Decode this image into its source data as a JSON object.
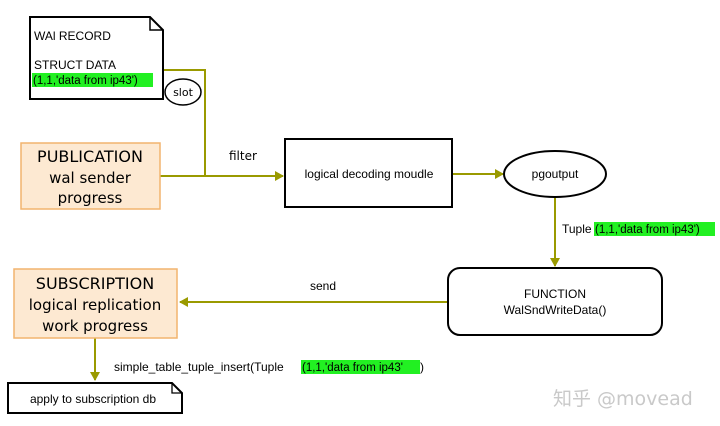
{
  "wal_record": {
    "line1": "WAl RECORD",
    "line2": "STRUCT DATA",
    "data": "(1,1,'data from ip43')"
  },
  "slot": {
    "label": "slot"
  },
  "publication": {
    "line1": "PUBLICATION",
    "line2": "wal sender",
    "line3": "progress"
  },
  "filter_label": "filter",
  "decoding_module": {
    "label": "logical  decoding moudle"
  },
  "pgoutput": {
    "label": "pgoutput"
  },
  "tuple_label": {
    "prefix": "Tuple",
    "data": "(1,1,'data from ip43')"
  },
  "function_box": {
    "line1": "FUNCTION",
    "line2": "WalSndWriteData()"
  },
  "send_label": "send",
  "subscription": {
    "line1": "SUBSCRIPTION",
    "line2": "logical replication",
    "line3": "work progress"
  },
  "insert_label": {
    "prefix": "simple_table_tuple_insert(Tuple",
    "data": "(1,1,'data from ip43'",
    "suffix": ")"
  },
  "apply_box": {
    "label": "apply to subscription db"
  },
  "watermark": "知乎 @movead",
  "colors": {
    "arrow": "#9a9a00",
    "highlight": "#22f022",
    "orange_fill": "#fde9d2",
    "orange_stroke": "#f2b46e"
  }
}
